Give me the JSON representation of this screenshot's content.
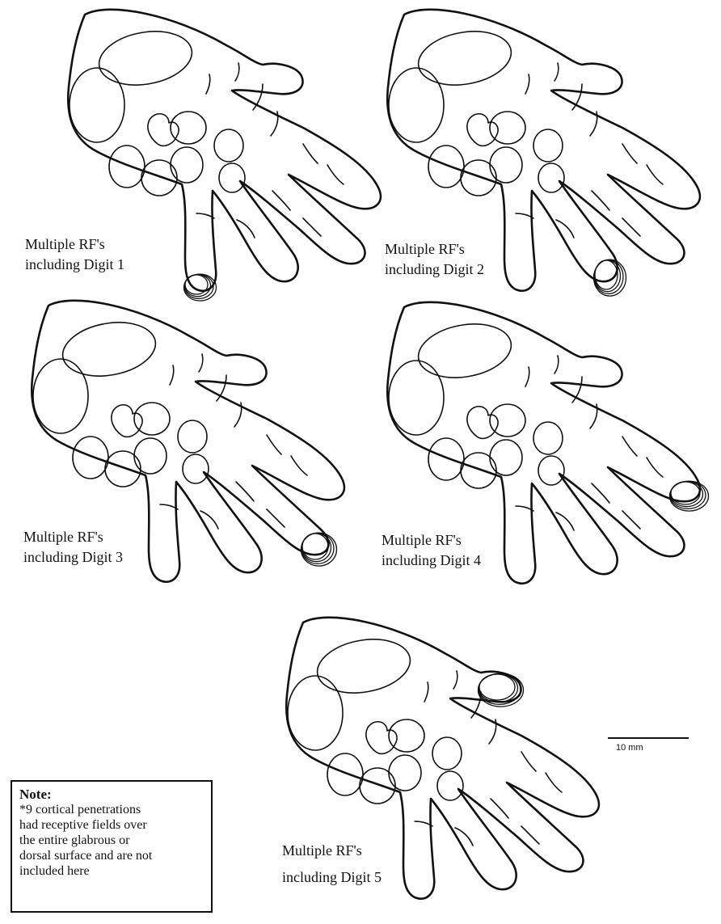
{
  "figure": {
    "panels": [
      {
        "caption_line1": "Multiple RF's",
        "caption_line2": "including Digit 1",
        "digit": 1
      },
      {
        "caption_line1": "Multiple RF's",
        "caption_line2": "including Digit 2",
        "digit": 2
      },
      {
        "caption_line1": "Multiple RF's",
        "caption_line2": "including Digit 3",
        "digit": 3
      },
      {
        "caption_line1": "Multiple RF's",
        "caption_line2": "including Digit 4",
        "digit": 4
      },
      {
        "caption_line1": "Multiple RF's",
        "caption_line2": "including Digit 5",
        "digit": 5
      }
    ],
    "scale_bar": {
      "label": "10 mm"
    },
    "note": {
      "title": "Note:",
      "lines": [
        "*9 cortical penetrations",
        "had receptive fields over",
        "the entire glabrous or",
        "dorsal surface and are not",
        "included here"
      ]
    },
    "colors": {
      "ink": "#111111",
      "background": "#ffffff"
    }
  }
}
